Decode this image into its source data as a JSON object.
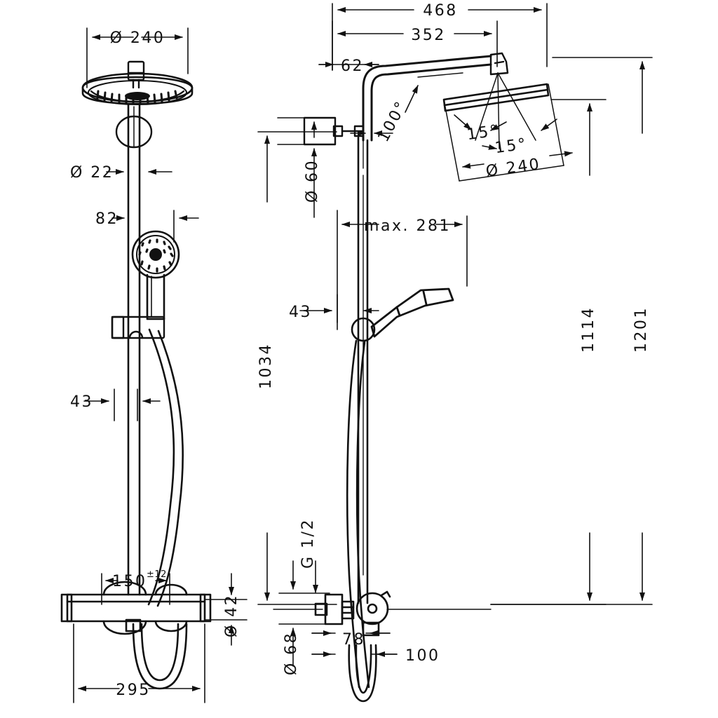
{
  "drawing": {
    "title": "Shower system technical dimension drawing",
    "units": "mm",
    "line_color": "#111111",
    "background": "#ffffff",
    "views": [
      {
        "name": "front-view",
        "label": ""
      },
      {
        "name": "side-view",
        "label": ""
      }
    ]
  },
  "front_view_dimensions": {
    "overhead_shower_diameter": "Ø 240",
    "riser_pipe_diameter": "Ø 22",
    "hand_shower_offset": "82",
    "wall_offset_upper": "43",
    "thermostat_center_distance": "150",
    "thermostat_tolerance": "±12",
    "thermostat_body_diameter": "Ø 42",
    "overall_depth": "295"
  },
  "side_view_dimensions": {
    "overall_reach": "468",
    "arm_reach": "352",
    "arm_drop": "62",
    "arm_bend_angle": "100°",
    "head_tilt_angle_left": "15°",
    "head_tilt_angle_right": "15°",
    "overhead_shower_diameter": "Ø 240",
    "wall_bracket_diameter": "Ø 60",
    "max_hand_shower_reach": "max. 281",
    "hand_shower_holder_offset": "43",
    "riser_height": "1034",
    "height_to_arm": "1114",
    "overall_height": "1201",
    "connection_thread": "G 1/2",
    "escutcheon_diameter": "Ø 68",
    "valve_offset": "78",
    "outlet_offset": "100"
  }
}
